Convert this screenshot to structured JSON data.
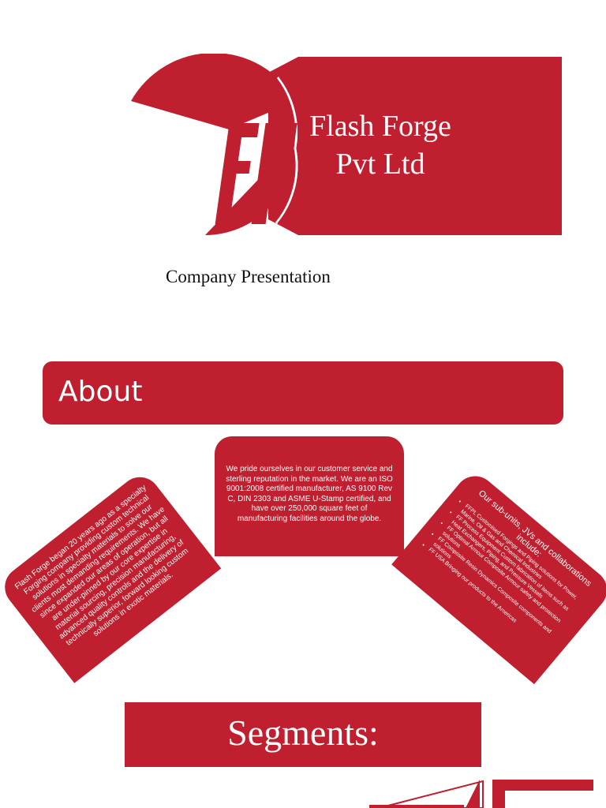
{
  "header": {
    "company_name_line1": "Flash Forge",
    "company_name_line2": "Pvt Ltd",
    "subtitle": "Company Presentation"
  },
  "about": {
    "title": "About",
    "card_left": "Flash Forge began 20 years ago as a specialty Forging company providing custom technical solutions in specialty materials to solve our clients most demanding requirements. We have since expanded our areas of operation, but all are under-pinned by our core expertise in material sourcing, precision manufacturing, advanced quality controls and the delivery of technically superior, forward looking custom solutions in exotic materials.",
    "card_center": "We pride ourselves in our customer service and sterling reputation in the market. We are an ISO 9001:2008 certified manufacturer, AS 9100 Rev C, DIN 2303 and ASME U-Stamp certified, and have over 250,000 square feet of manufacturing facilities around the globe.",
    "card_right_intro": "Our sub-units, JVs and collaborations include:",
    "card_right_items": [
      "FFPL Customised Forgings and Piping solutions for Power, Marine, Oil & Gas and Chemical Industries",
      "FF Process Equipment Custom fabrication of items such as Heat Exchangers, Piping, and Pressure Vessels",
      "FF Optimal Armour Composite Armour safety and protection solutions",
      "FF Composite Resin Dynamics Composite components and solutions",
      "FF USA Bringing our products to the Americas"
    ]
  },
  "segments": {
    "title": "Segments:"
  },
  "colors": {
    "brand_red": "#bf1f2e",
    "background": "#ffffff"
  }
}
